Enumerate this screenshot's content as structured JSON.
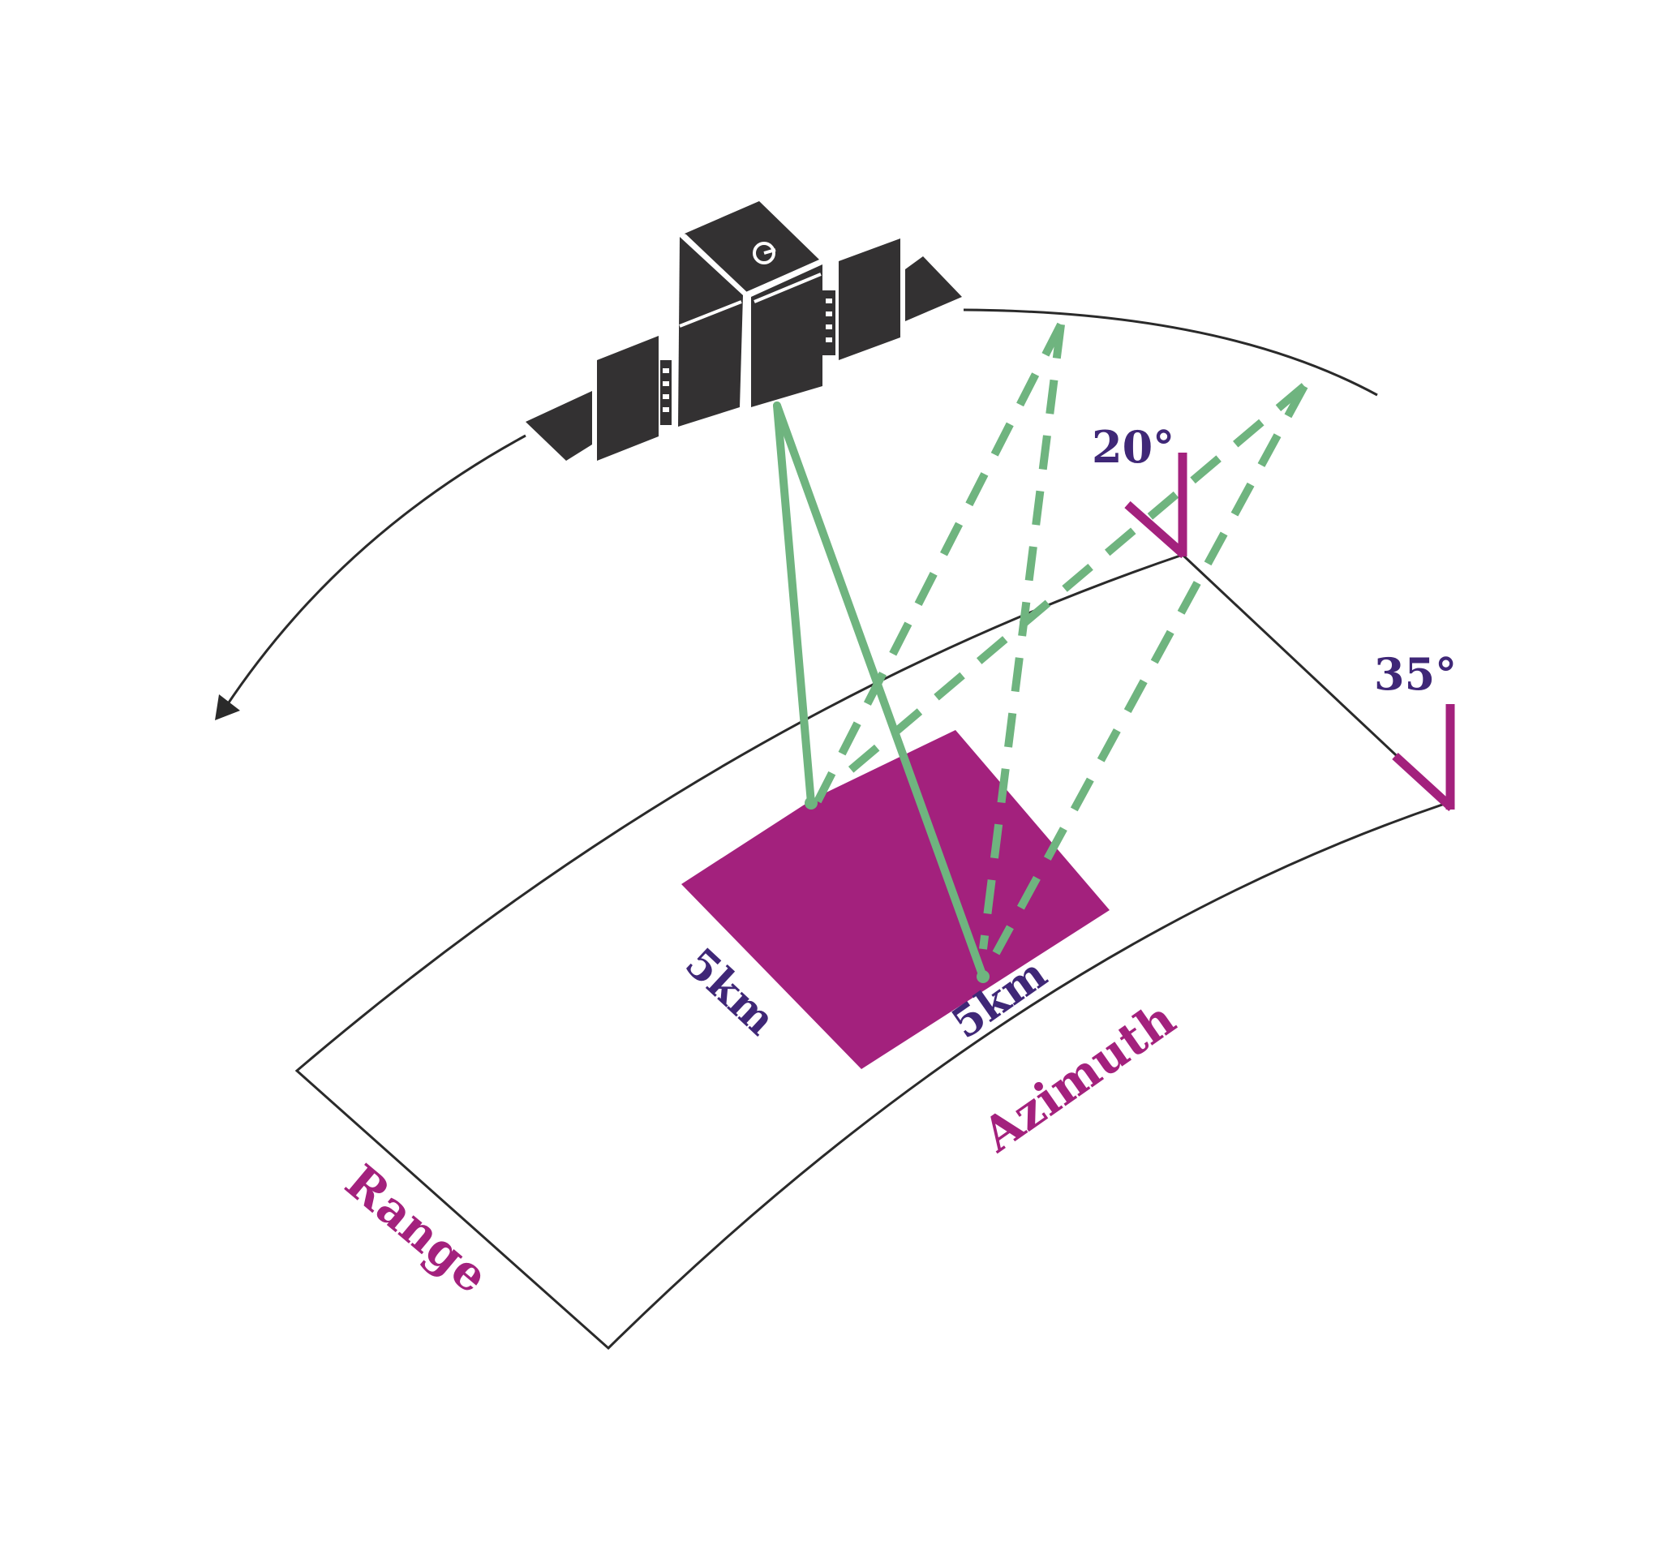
{
  "colors": {
    "background": "#ffffff",
    "satellite": "#333132",
    "beam": "#6fb47f",
    "footprint": "#a3217d",
    "dimension_text": "#3f2777",
    "axis_text": "#a3217d",
    "outline": "#2a2a2a"
  },
  "labels": {
    "angle_near": "20°",
    "angle_far": "35°",
    "range_dim": "5km",
    "azimuth_dim": "5km",
    "azimuth": "Azimuth",
    "range": "Range"
  },
  "icons": {
    "satellite": "satellite-icon",
    "flight_direction": "curved-arrow-icon",
    "angle_marker": "v-marker-icon"
  }
}
